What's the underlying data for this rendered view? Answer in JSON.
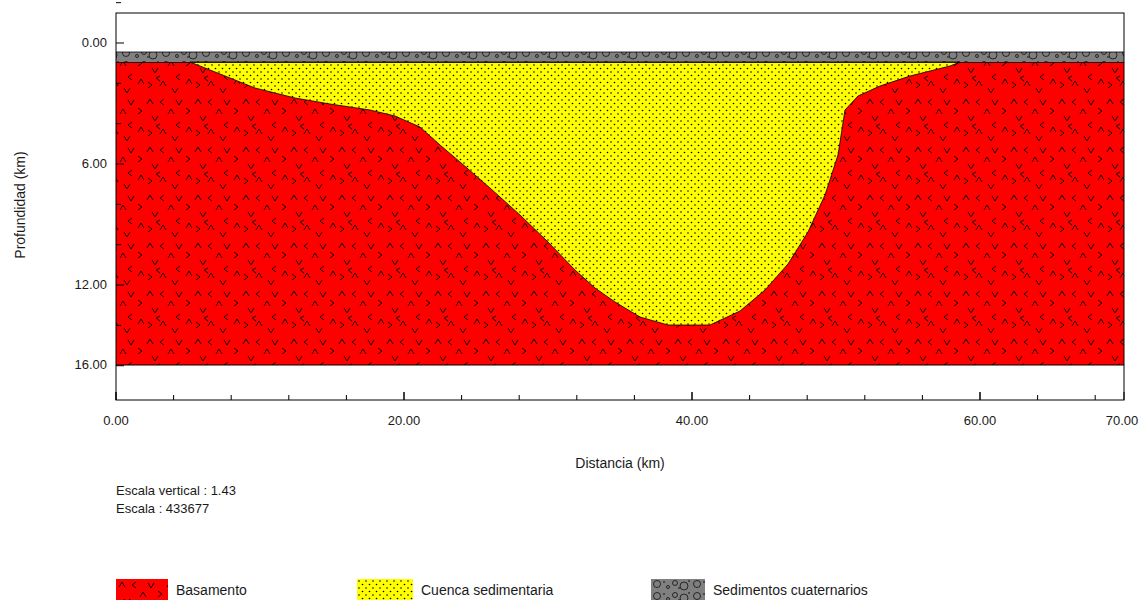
{
  "diagram": {
    "labels": [
      "0.00",
      "6.00",
      "12.00",
      "16.00",
      "Profundidad (km)",
      "0.00",
      "20.00",
      "40.00",
      "60.00",
      "70.00",
      "Distancia (km)",
      "Escala vertical : 1.43",
      "Escala : 433677"
    ],
    "legend": [
      {
        "text": "Basamento",
        "color": "#ff0000"
      },
      {
        "text": "Cuenca sedimentaria",
        "color": "#ffff00"
      },
      {
        "text": "Sedimentos cuaternarios",
        "color": "#808080"
      }
    ]
  }
}
